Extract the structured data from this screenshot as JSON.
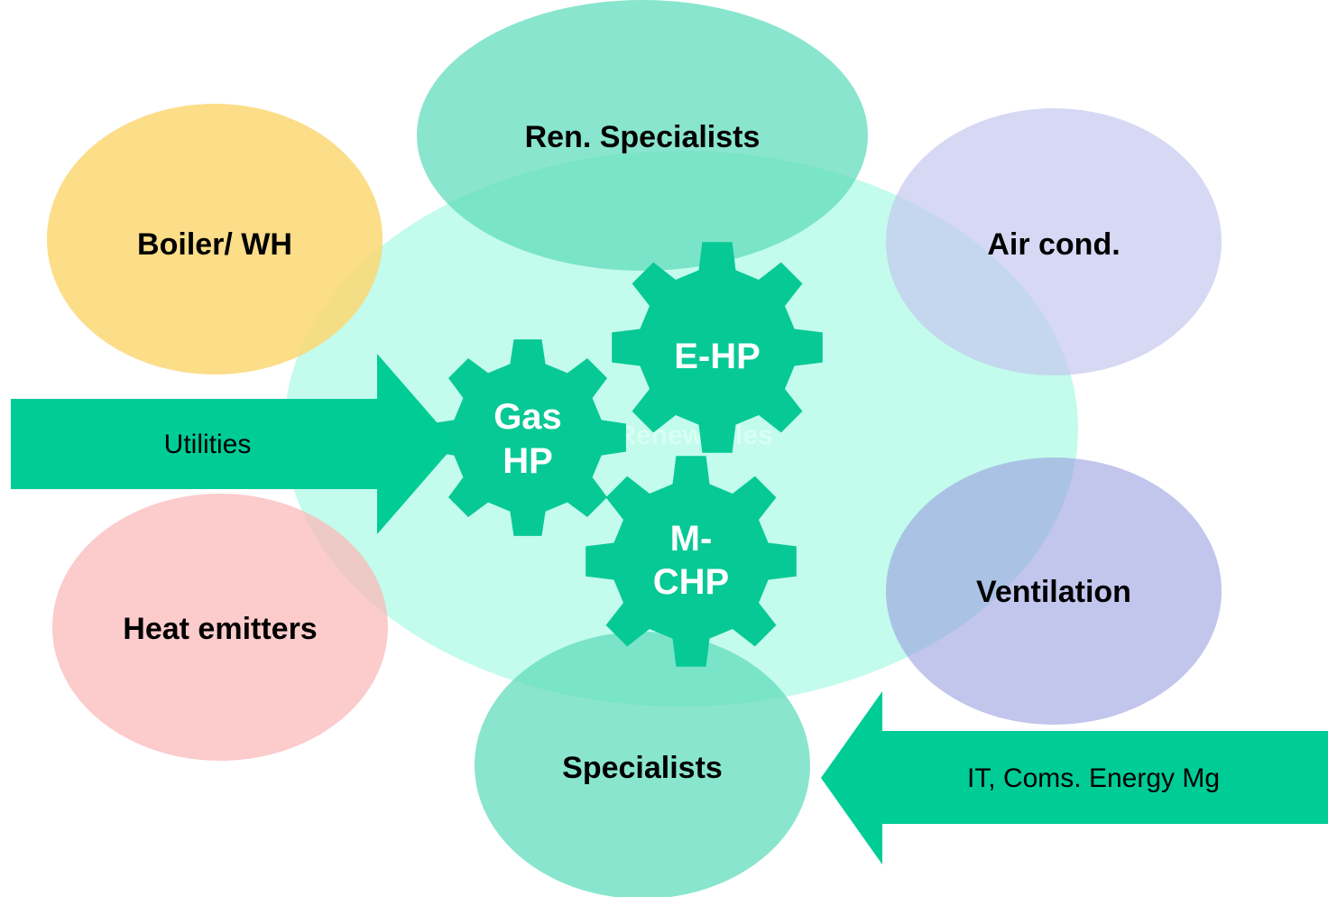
{
  "center": {
    "label": "Renewables"
  },
  "ellipses": {
    "ren_specialists": {
      "label": "Ren. Specialists",
      "color": "#62dcbc"
    },
    "boiler": {
      "label": "Boiler/ WH",
      "color": "#fbd773"
    },
    "air_cond": {
      "label": "Air cond.",
      "color": "#c5c8f0"
    },
    "ventilation": {
      "label": "Ventilation",
      "color": "#9a9ee0"
    },
    "heat_emitters": {
      "label": "Heat emitters",
      "color": "#fbb9b9"
    },
    "specialists": {
      "label": "Specialists",
      "color": "#62dcbc"
    }
  },
  "gears": {
    "gas_hp": {
      "line1": "Gas",
      "line2": "HP"
    },
    "e_hp": {
      "line1": "E-HP"
    },
    "m_chp": {
      "line1": "M-",
      "line2": "CHP"
    }
  },
  "arrows": {
    "utilities": {
      "label": "Utilities"
    },
    "it": {
      "label": "IT, Coms. Energy Mg"
    }
  },
  "colors": {
    "center_fill": "#c3fbec",
    "gear_fill": "#07c995",
    "arrow_fill": "#00cc96",
    "text_dark": "#000000",
    "text_light": "#ffffff"
  }
}
